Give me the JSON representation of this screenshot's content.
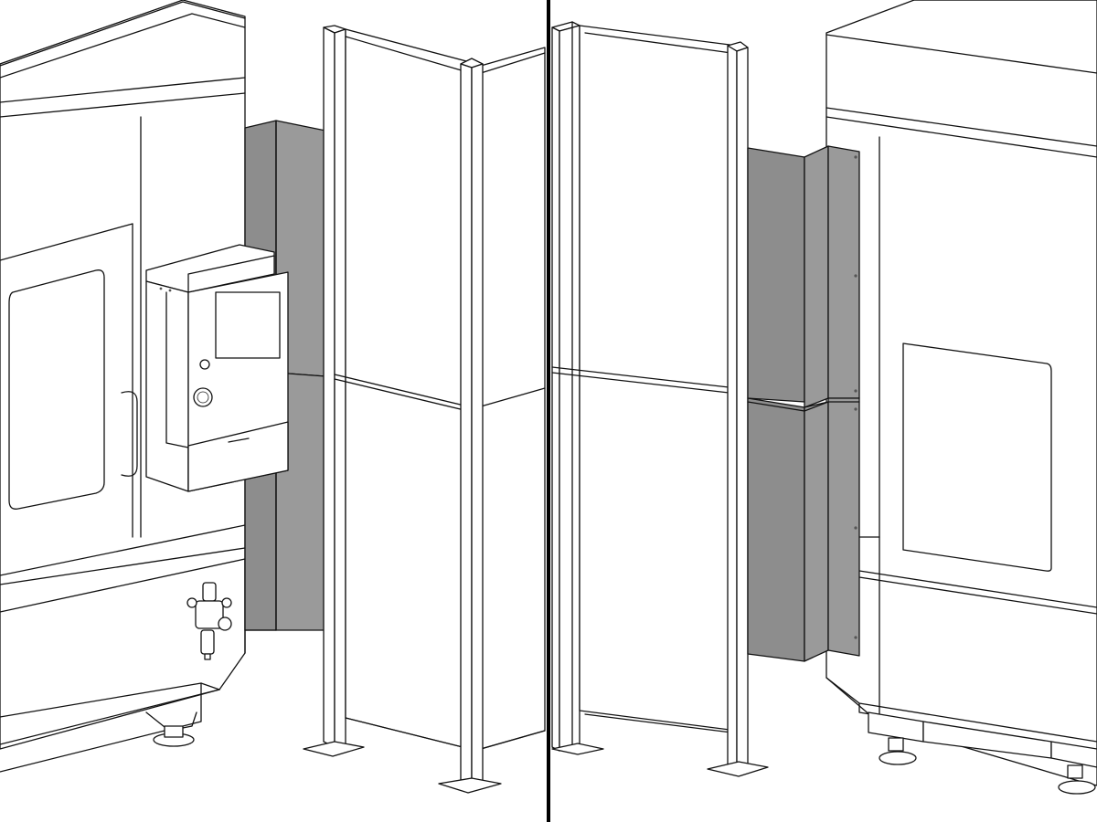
{
  "figure": {
    "panels": [
      {
        "view": "left",
        "components": [
          "machine-cabinet",
          "control-panel",
          "guard-panel",
          "fence-post",
          "fence-panel",
          "air-regulator",
          "leveling-foot"
        ]
      },
      {
        "view": "right",
        "components": [
          "fence-post",
          "fence-panel",
          "guard-panel",
          "machine-cabinet",
          "machine-window",
          "leveling-foot"
        ]
      }
    ],
    "colors": {
      "background": "#ffffff",
      "line": "#111111",
      "guard_fill": "#9a9a9a",
      "guard_fill_dark": "#8d8d8d",
      "divider": "#000000"
    }
  }
}
